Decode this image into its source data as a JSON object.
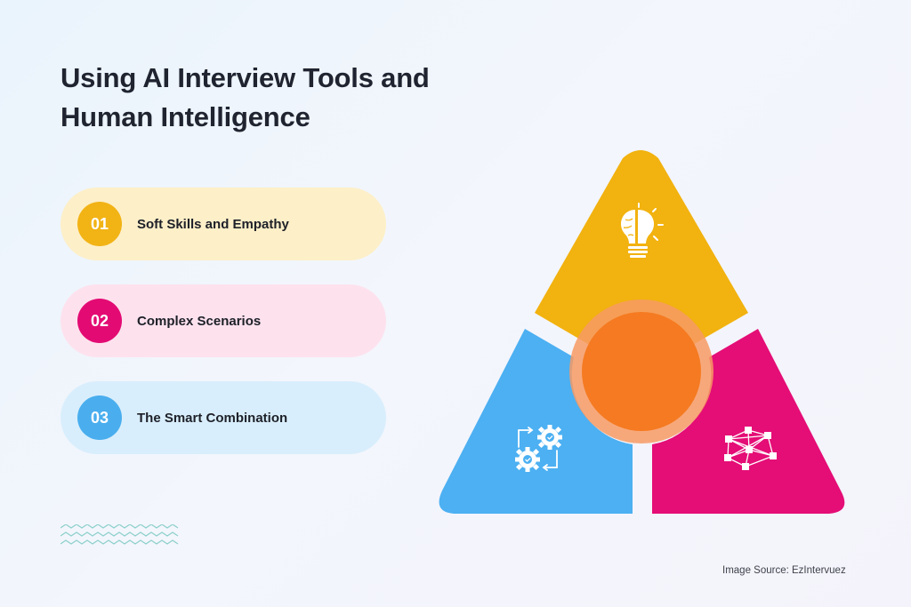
{
  "title": {
    "line1": "Using AI Interview Tools and",
    "line2": "Human Intelligence"
  },
  "items": [
    {
      "number": "01",
      "label": "Soft Skills and Empathy",
      "accent": "#f2b315",
      "background": "#fdefc8"
    },
    {
      "number": "02",
      "label": "Complex Scenarios",
      "accent": "#e30b73",
      "background": "#fde2ee"
    },
    {
      "number": "03",
      "label": "The Smart Combination",
      "accent": "#4aaeee",
      "background": "#d9eefc"
    }
  ],
  "diagram": {
    "segments": [
      {
        "position": "top",
        "icon": "brain-lightbulb-icon",
        "color": "#f2b20f"
      },
      {
        "position": "bottom-left",
        "icon": "gears-cycle-icon",
        "color": "#4cb0f2"
      },
      {
        "position": "bottom-right",
        "icon": "network-nodes-icon",
        "color": "#e50d76"
      }
    ],
    "center_color": "#f57a21"
  },
  "decoration": {
    "waves_color": "#8ed0cc"
  },
  "footer": {
    "source": "Image Source: EzIntervuez"
  }
}
